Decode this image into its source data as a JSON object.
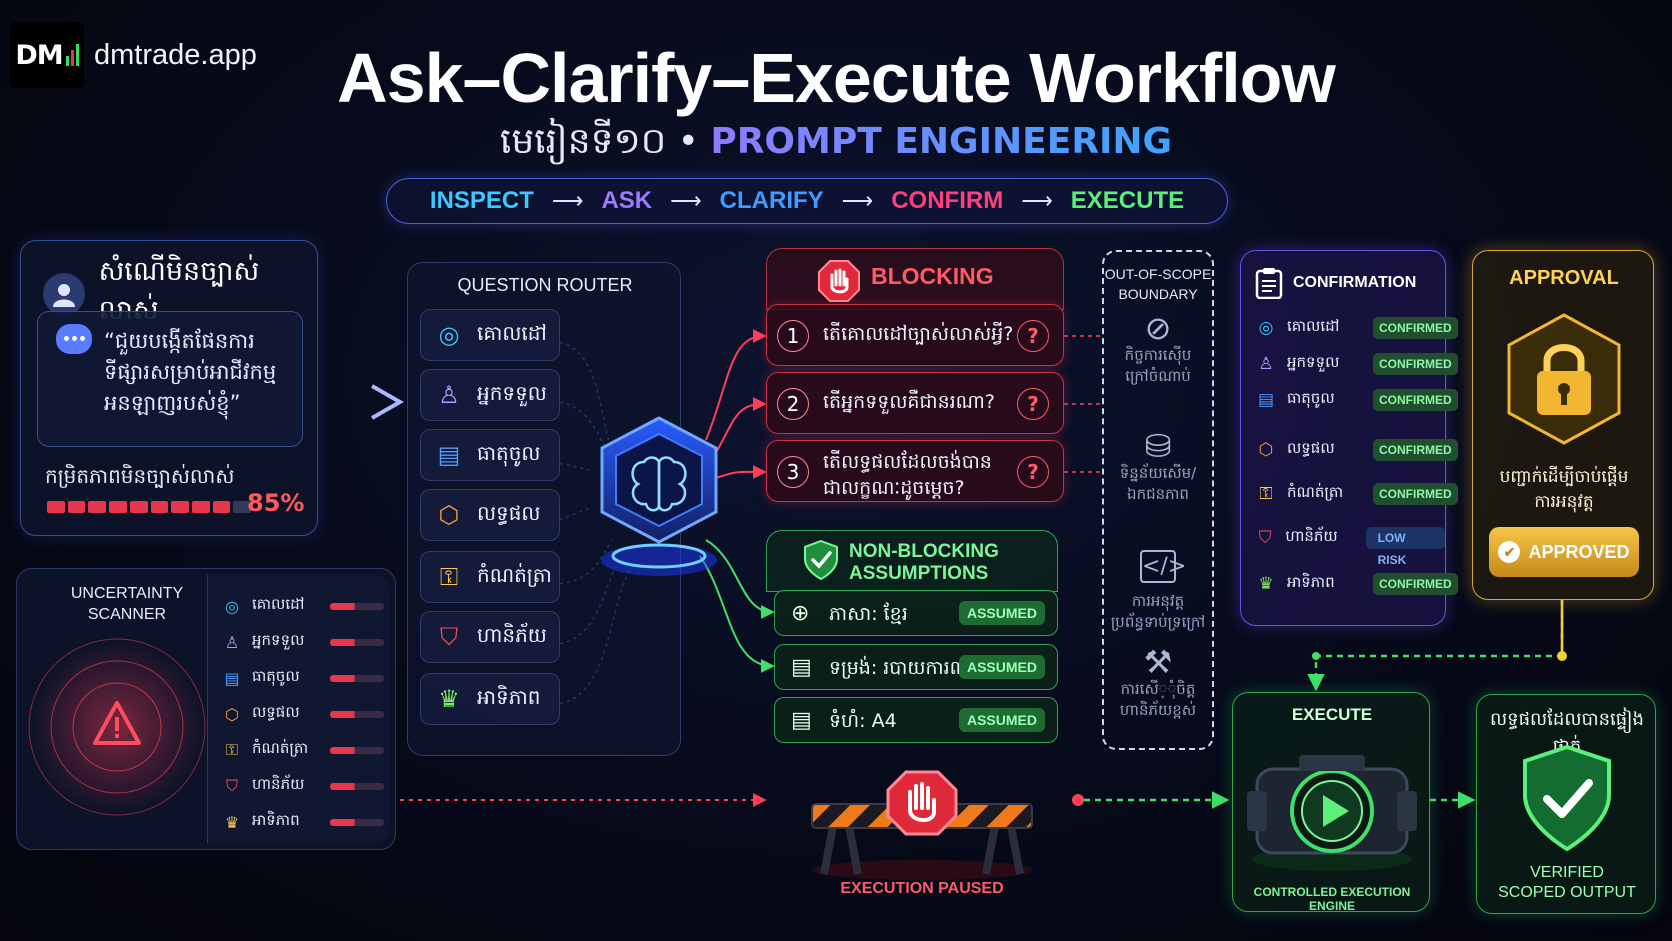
{
  "brand": {
    "logo": "DM",
    "url": "dmtrade.app"
  },
  "title": "Ask–Clarify–Execute Workflow",
  "subtitle": {
    "khmer": "មេរៀនទី១០",
    "separator": "•",
    "course": "PROMPT ENGINEERING"
  },
  "stages": [
    {
      "label": "INSPECT",
      "color": "#3fc7ff"
    },
    {
      "label": "ASK",
      "color": "#9b7bff"
    },
    {
      "label": "CLARIFY",
      "color": "#3f9dff"
    },
    {
      "label": "CONFIRM",
      "color": "#ff3f7e"
    },
    {
      "label": "EXECUTE",
      "color": "#5cf07a"
    }
  ],
  "request": {
    "title": "សំណើមិនច្បាស់លាស់",
    "quote_lines": [
      "“ជួយបង្កើតផែនការ",
      "ទីផ្សារសម្រាប់អាជីវកម្ម",
      "អនឡាញរបស់ខ្ញុំ”"
    ],
    "ambiguity_label": "កម្រិតភាពមិនច្បាស់លាស់",
    "ambiguity_percent": "85%",
    "ambiguity_value": 0.85
  },
  "scanner": {
    "title_lines": [
      "UNCERTAINTY",
      "SCANNER"
    ],
    "items": [
      {
        "icon": "target-icon",
        "glyph": "◎",
        "color": "#3fc7ff",
        "label": "គោលដៅ"
      },
      {
        "icon": "person-icon",
        "glyph": "♙",
        "color": "#b59cff",
        "label": "អ្នកទទួល"
      },
      {
        "icon": "document-icon",
        "glyph": "▤",
        "color": "#4f9dff",
        "label": "ធាតុចូល"
      },
      {
        "icon": "box-icon",
        "glyph": "⬡",
        "color": "#ff9a3c",
        "label": "លទ្ធផល"
      },
      {
        "icon": "lock-icon",
        "glyph": "🔒︎",
        "color": "#ffc94d",
        "label": "កំណត់ត្រា"
      },
      {
        "icon": "shield-icon",
        "glyph": "⛉",
        "color": "#ff4d5e",
        "label": "ហានិភ័យ"
      },
      {
        "icon": "crown-icon",
        "glyph": "♛",
        "color": "#ffd257",
        "label": "អាទិភាព"
      }
    ]
  },
  "router": {
    "title": "QUESTION ROUTER",
    "items": [
      {
        "icon": "target-icon",
        "glyph": "◎",
        "color": "#3fc7ff",
        "label": "គោលដៅ"
      },
      {
        "icon": "person-icon",
        "glyph": "♙",
        "color": "#b59cff",
        "label": "អ្នកទទួល"
      },
      {
        "icon": "document-icon",
        "glyph": "▤",
        "color": "#4f9dff",
        "label": "ធាតុចូល"
      },
      {
        "icon": "box-icon",
        "glyph": "⬡",
        "color": "#ff9a3c",
        "label": "លទ្ធផល"
      },
      {
        "icon": "lock-icon",
        "glyph": "🔒︎",
        "color": "#ffc94d",
        "label": "កំណត់ត្រា"
      },
      {
        "icon": "shield-icon",
        "glyph": "⛉",
        "color": "#ff4d5e",
        "label": "ហានិភ័យ"
      },
      {
        "icon": "crown-icon",
        "glyph": "♛",
        "color": "#7cf05a",
        "label": "អាទិភាព"
      }
    ]
  },
  "blocking": {
    "label": "BLOCKING",
    "questions": [
      {
        "num": "1",
        "lines": [
          "តើគោលដៅច្បាស់លាស់អ្វី?"
        ],
        "mark": "?"
      },
      {
        "num": "2",
        "lines": [
          "តើអ្នកទទួលគឺជានរណា?"
        ],
        "mark": "?"
      },
      {
        "num": "3",
        "lines": [
          "តើលទ្ធផលដែលចង់បាន",
          "ជាលក្ខណៈដូចម្តេច?"
        ],
        "mark": "?"
      }
    ]
  },
  "nonblocking": {
    "label_lines": [
      "NON-BLOCKING",
      "ASSUMPTIONS"
    ],
    "items": [
      {
        "icon": "globe-icon",
        "glyph": "🌐︎",
        "label": "ភាសា: ខ្មែរ",
        "tag": "ASSUMED"
      },
      {
        "icon": "document-icon",
        "glyph": "▤",
        "label": "ទម្រង់: របាយការណ៍",
        "tag": "ASSUMED"
      },
      {
        "icon": "page-icon",
        "glyph": "▤",
        "label": "ទំហំ: A4",
        "tag": "ASSUMED"
      }
    ]
  },
  "out_of_scope": {
    "title_lines": [
      "OUT-OF-SCOPE",
      "BOUNDARY"
    ],
    "items": [
      {
        "icon": "prohibited-icon",
        "glyph": "⊘",
        "lines": [
          "កិច្ចការស៊ើប",
          "ក្រៅចំណាប់"
        ]
      },
      {
        "icon": "database-icon",
        "glyph": "⛁",
        "lines": [
          "ទិន្នន័យសើម/",
          "ឯកជនភាព"
        ]
      },
      {
        "icon": "code-icon",
        "glyph": "</>",
        "lines": [
          "ការអនុវត្ត",
          "ប្រព័ន្ធទាប់ទ្រក្រៅ"
        ]
      },
      {
        "icon": "hammer-icon",
        "glyph": "⚒",
        "lines": [
          "ការសើ្ុំចិត្ត",
          "ហានិភ័យខ្ពស់"
        ]
      }
    ]
  },
  "confirmation": {
    "title": "CONFIRMATION",
    "items": [
      {
        "icon": "target-icon",
        "glyph": "◎",
        "color": "#3fc7ff",
        "label": "គោលដៅ",
        "status": "CONFIRMED"
      },
      {
        "icon": "person-icon",
        "glyph": "♙",
        "color": "#b59cff",
        "label": "អ្នកទទួល",
        "status": "CONFIRMED"
      },
      {
        "icon": "document-icon",
        "glyph": "▤",
        "color": "#4f9dff",
        "label": "ធាតុចូល",
        "status": "CONFIRMED"
      },
      {
        "icon": "box-icon",
        "glyph": "⬡",
        "color": "#ff9a3c",
        "label": "លទ្ធផល",
        "status": "CONFIRMED"
      },
      {
        "icon": "lock-icon",
        "glyph": "🔒︎",
        "color": "#ffc94d",
        "label": "កំណត់ត្រា",
        "status": "CONFIRMED"
      },
      {
        "icon": "shield-icon",
        "glyph": "⛉",
        "color": "#ff4d5e",
        "label": "ហានិភ័យ",
        "status": "LOW RISK"
      },
      {
        "icon": "crown-icon",
        "glyph": "♛",
        "color": "#7cf05a",
        "label": "អាទិភាព",
        "status": "CONFIRMED"
      }
    ]
  },
  "approval": {
    "title": "APPROVAL",
    "text_lines": [
      "បញ្ជាក់ដើម្បីចាប់ផ្តើម",
      "ការអនុវត្ត"
    ],
    "button": "APPROVED"
  },
  "execute": {
    "title": "EXECUTE",
    "caption": "CONTROLLED EXECUTION ENGINE"
  },
  "verified": {
    "title": "លទ្ធផលដែលបានផ្ទៀងផ្ទាត់",
    "caption_lines": [
      "VERIFIED",
      "SCOPED OUTPUT"
    ]
  },
  "paused": {
    "label": "EXECUTION PAUSED"
  },
  "colors": {
    "blocking": "#ff3f5a",
    "nonblocking": "#3fe06a",
    "confirm": "#6a52e8",
    "approval": "#f2b630"
  }
}
